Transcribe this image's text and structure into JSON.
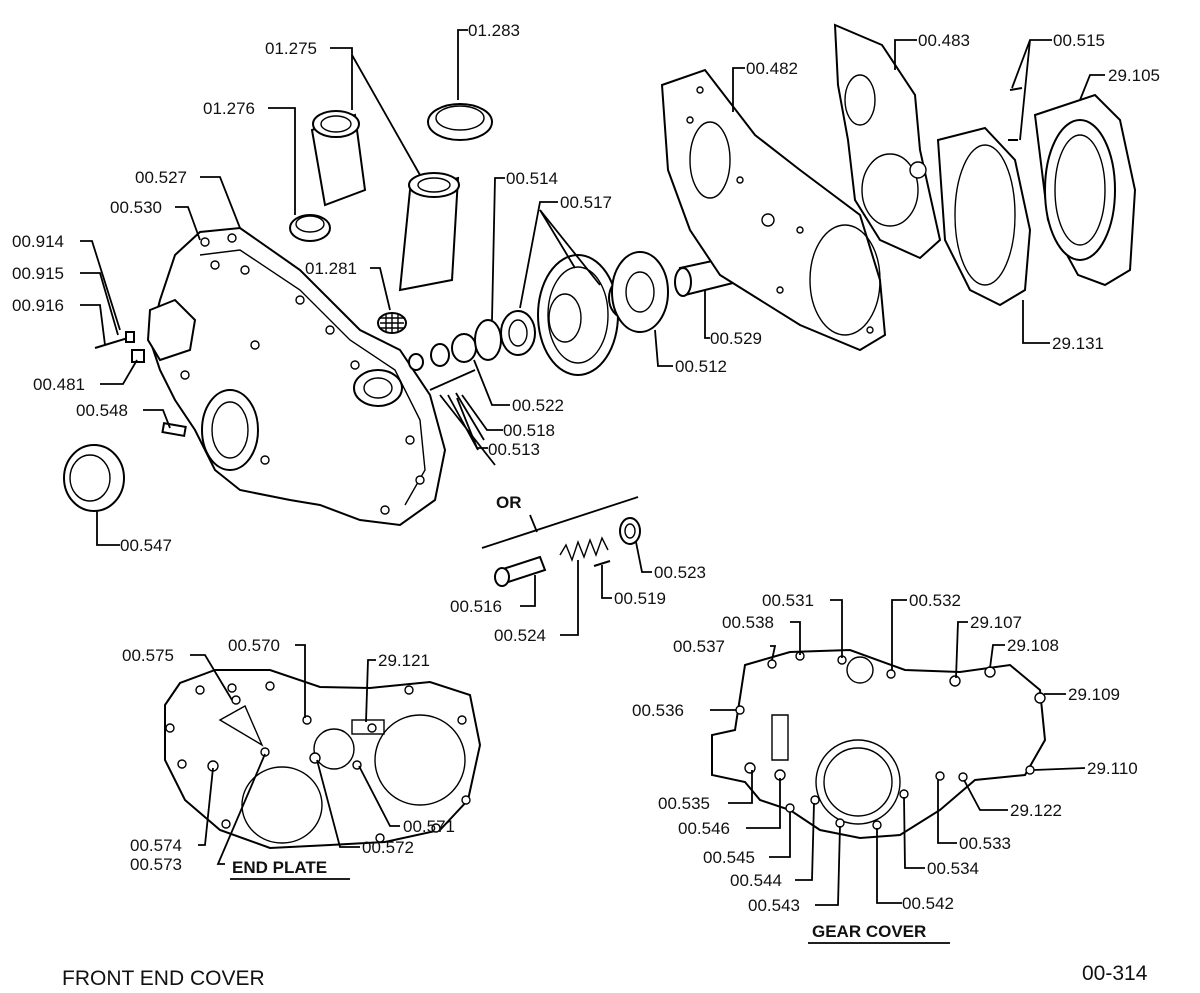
{
  "title": "FRONT END COVER",
  "figure_number": "00-314",
  "sections": {
    "end_plate": "END PLATE",
    "gear_cover": "GEAR COVER",
    "alternative": "OR"
  },
  "callouts": {
    "c01283": "01.283",
    "c01275": "01.275",
    "c01276": "01.276",
    "c01281": "01.281",
    "c00527": "00.527",
    "c00530": "00.530",
    "c00914": "00.914",
    "c00915": "00.915",
    "c00916": "00.916",
    "c00481": "00.481",
    "c00548": "00.548",
    "c00547": "00.547",
    "c00514": "00.514",
    "c00517": "00.517",
    "c00522": "00.522",
    "c00518": "00.518",
    "c00513": "00.513",
    "c00512": "00.512",
    "c00529": "00.529",
    "c00482": "00.482",
    "c00483": "00.483",
    "c00515": "00.515",
    "c29105": "29.105",
    "c29131": "29.131",
    "c00523": "00.523",
    "c00519": "00.519",
    "c00516": "00.516",
    "c00524": "00.524",
    "c00570": "00.570",
    "c00575": "00.575",
    "c29121": "29.121",
    "c00571": "00.571",
    "c00572": "00.572",
    "c00574": "00.574",
    "c00573": "00.573",
    "c00531": "00.531",
    "c00532": "00.532",
    "c00538": "00.538",
    "c00537": "00.537",
    "c29107": "29.107",
    "c29108": "29.108",
    "c29109": "29.109",
    "c00536": "00.536",
    "c29110": "29.110",
    "c00535": "00.535",
    "c00546": "00.546",
    "c29122": "29.122",
    "c00533": "00.533",
    "c00545": "00.545",
    "c00534": "00.534",
    "c00544": "00.544",
    "c00543": "00.543",
    "c00542": "00.542"
  }
}
